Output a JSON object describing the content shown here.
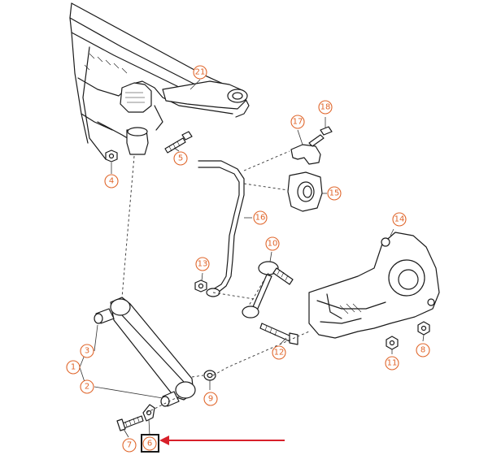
{
  "colors": {
    "callout": "#e0662b",
    "outline": "#1a1a1a",
    "highlight": "#d8202a"
  },
  "callouts": {
    "c1": "1",
    "c2": "2",
    "c3": "3",
    "c4": "4",
    "c5": "5",
    "c6": "6",
    "c7": "7",
    "c8": "8",
    "c9": "9",
    "c10": "10",
    "c11": "11",
    "c12": "12",
    "c13": "13",
    "c14": "14",
    "c15": "15",
    "c16": "16",
    "c17": "17",
    "c18": "18",
    "c21": "21"
  },
  "highlighted_part": "6"
}
